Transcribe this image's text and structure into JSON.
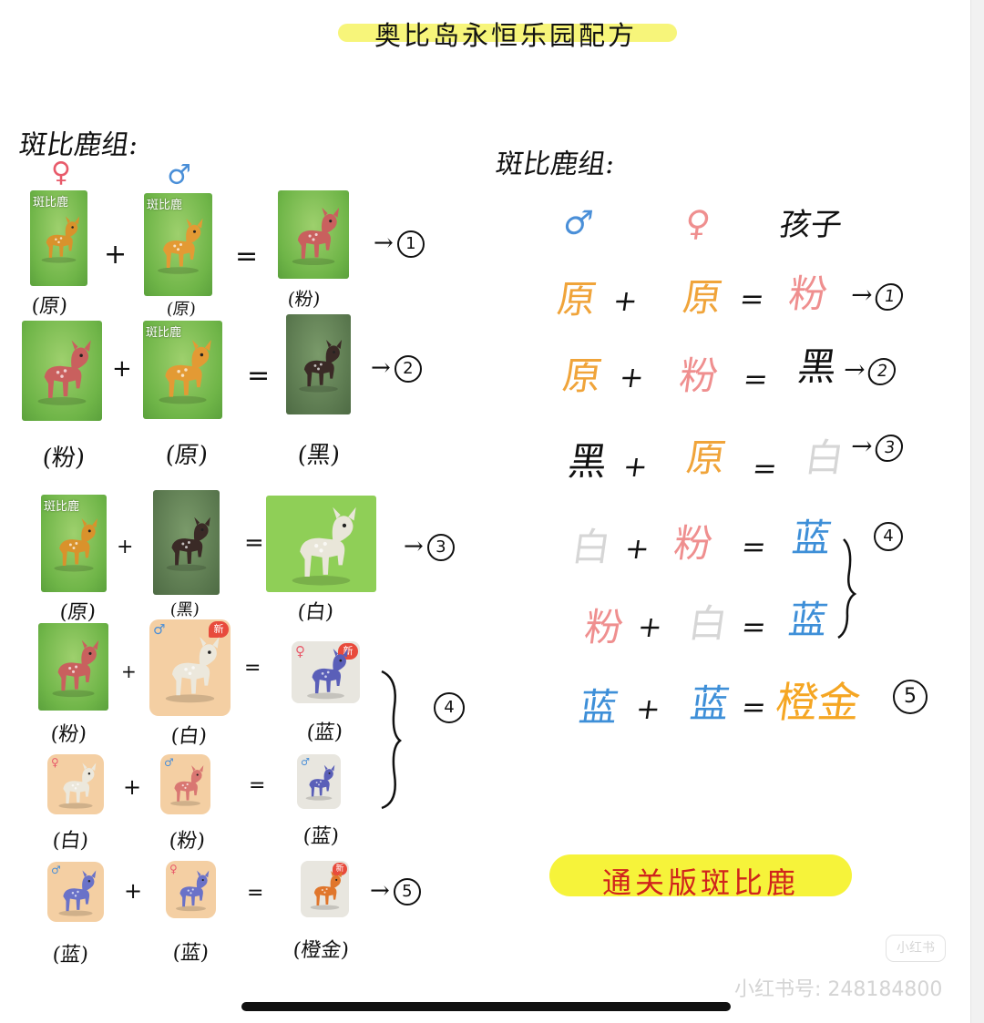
{
  "title": "奥比岛永恒乐园配方",
  "left": {
    "heading": "斑比鹿组:",
    "female_symbol": "♀",
    "male_symbol": "♂",
    "card_tag": "斑比鹿",
    "new_badge": "新",
    "rows": [
      {
        "a": "(原)",
        "b": "(原)",
        "c": "(粉)",
        "result": "→",
        "num": "1"
      },
      {
        "a": "(粉)",
        "b": "(原)",
        "c": "(黑)",
        "result": "→",
        "num": "2"
      },
      {
        "a": "(原)",
        "b": "(黑)",
        "c": "(白)",
        "result": "→",
        "num": "3"
      },
      {
        "a": "(粉)",
        "b": "(白)",
        "c": "(蓝)"
      },
      {
        "a": "(白)",
        "b": "(粉)",
        "c": "(蓝)",
        "num": "4"
      },
      {
        "a": "(蓝)",
        "b": "(蓝)",
        "c": "(橙金)",
        "result": "→",
        "num": "5"
      }
    ],
    "plus": "+",
    "equals": "="
  },
  "right": {
    "heading": "斑比鹿组:",
    "col_male": "♂",
    "col_female": "♀",
    "col_baby": "孩子",
    "rows": [
      {
        "a": "原",
        "b": "原",
        "c": "粉",
        "num": "1"
      },
      {
        "a": "原",
        "b": "粉",
        "c": "黑",
        "num": "2"
      },
      {
        "a": "黑",
        "b": "原",
        "c": "白",
        "num": "3"
      },
      {
        "a": "白",
        "b": "粉",
        "c": "蓝",
        "num": "4"
      },
      {
        "a": "粉",
        "b": "白",
        "c": "蓝"
      },
      {
        "a": "蓝",
        "b": "蓝",
        "c": "橙金",
        "num": "5"
      }
    ],
    "plus": "+",
    "equals": "=",
    "arrow": "→"
  },
  "banner": "通关版斑比鹿",
  "watermark_logo": "小红书",
  "watermark_id": "小红书号: 248184800",
  "colors": {
    "orig": "#f0a43a",
    "pink": "#ef8f8f",
    "black": "#111111",
    "white": "#d6d6d6",
    "blue": "#3e8fd8",
    "gold": "#f5a623",
    "highlight": "#f6f33a",
    "banner_text": "#d0241c",
    "female": "#e85a6a",
    "male": "#4a8fd8"
  }
}
